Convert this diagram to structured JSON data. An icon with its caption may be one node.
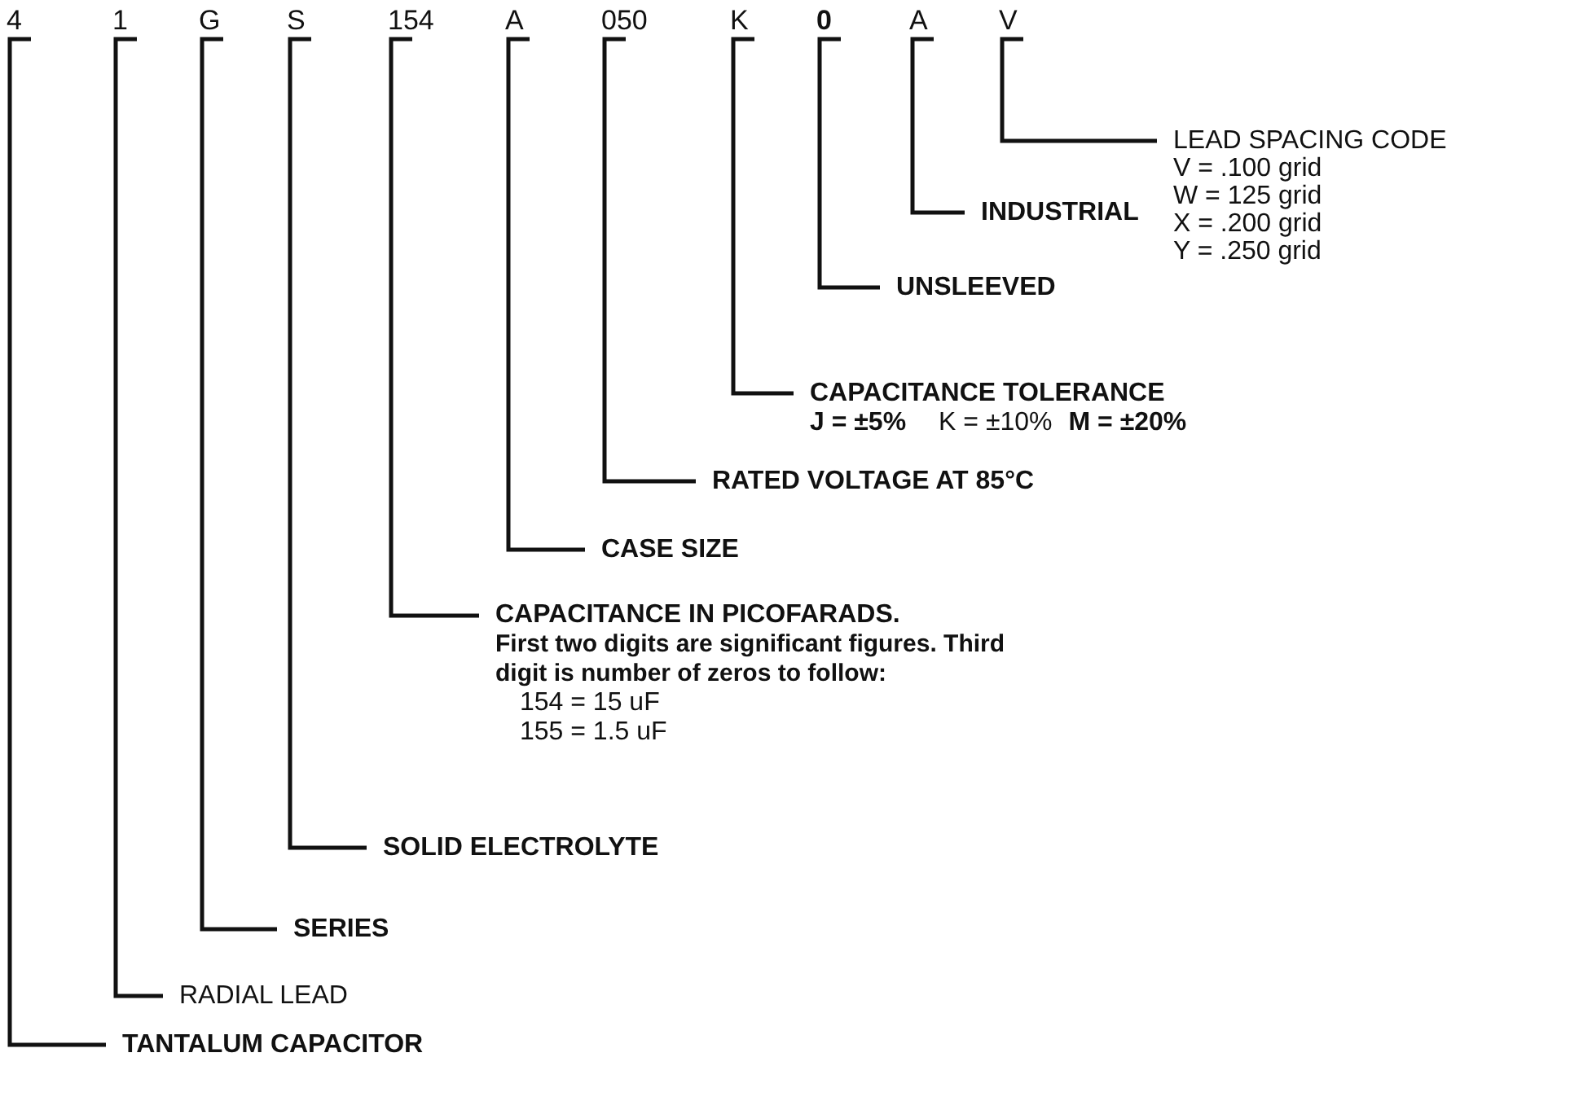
{
  "diagram": {
    "nodes": [
      {
        "text": [
          "4"
        ]
      },
      {
        "text": [
          "1"
        ]
      },
      {
        "text": [
          "G"
        ]
      },
      {
        "text": [
          "S"
        ]
      },
      {
        "text": [
          "154"
        ]
      },
      {
        "text": [
          "A"
        ]
      },
      {
        "text": [
          "050"
        ]
      },
      {
        "text": [
          "K"
        ]
      },
      {
        "text": [
          "0"
        ]
      },
      {
        "text": [
          "A"
        ]
      },
      {
        "text": [
          "V"
        ]
      },
      {
        "text": [
          "LEAD SPACING CODE",
          "V = .100 grid",
          "W = 125 grid",
          "X = .200 grid",
          "Y = .250 grid"
        ]
      },
      {
        "text": [
          "INDUSTRIAL"
        ]
      },
      {
        "text": [
          "UNSLEEVED"
        ]
      },
      {
        "text": [
          "CAPACITANCE TOLERANCE",
          "J = ±5%",
          "K = ±10%",
          "M = ±20%"
        ]
      },
      {
        "text": [
          "RATED VOLTAGE AT 85°C"
        ]
      },
      {
        "text": [
          "CASE SIZE"
        ]
      },
      {
        "text": [
          "CAPACITANCE IN PICOFARADS.",
          "First two digits are significant figures. Third digit is number of zeros to follow:",
          "154 = 15 uF",
          "155 = 1.5 uF"
        ]
      },
      {
        "text": [
          "SOLID ELECTROLYTE"
        ]
      },
      {
        "text": [
          "SERIES"
        ]
      },
      {
        "text": [
          "RADIAL LEAD"
        ]
      },
      {
        "text": [
          "TANTALUM CAPACITOR"
        ]
      }
    ],
    "edges": [
      {
        "from": 10,
        "to": 11,
        "arrow": "none"
      },
      {
        "from": 9,
        "to": 12,
        "arrow": "none"
      },
      {
        "from": 8,
        "to": 13,
        "arrow": "none"
      },
      {
        "from": 7,
        "to": 14,
        "arrow": "none"
      },
      {
        "from": 6,
        "to": 15,
        "arrow": "none"
      },
      {
        "from": 5,
        "to": 16,
        "arrow": "none"
      },
      {
        "from": 4,
        "to": 17,
        "arrow": "none"
      },
      {
        "from": 3,
        "to": 18,
        "arrow": "none"
      },
      {
        "from": 2,
        "to": 19,
        "arrow": "none"
      },
      {
        "from": 1,
        "to": 20,
        "arrow": "none"
      },
      {
        "from": 0,
        "to": 21,
        "arrow": "none"
      }
    ]
  }
}
